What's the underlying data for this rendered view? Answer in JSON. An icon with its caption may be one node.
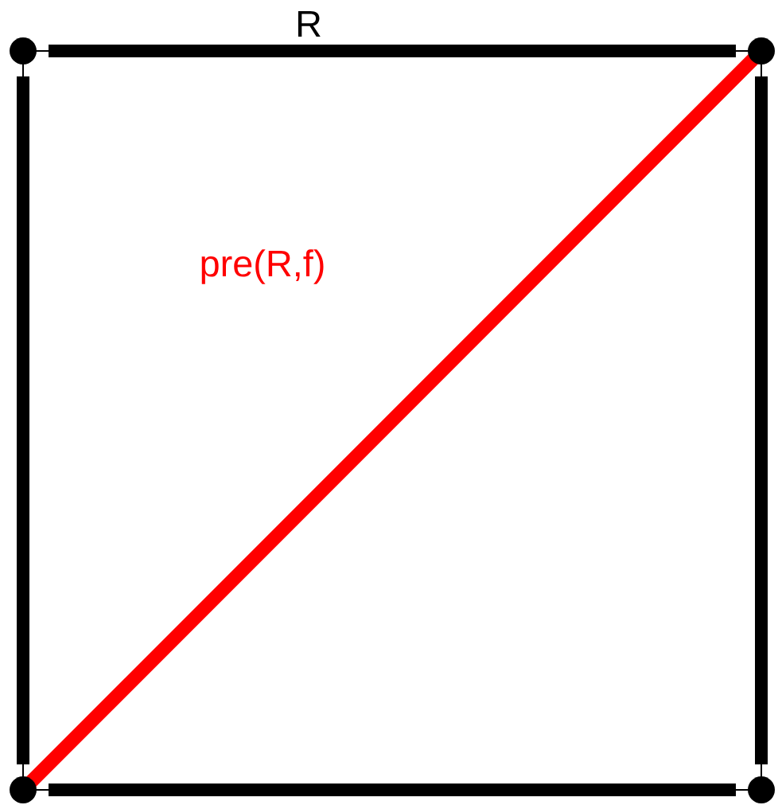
{
  "diagram": {
    "nodes": [
      {
        "text": [],
        "shape": "circle"
      },
      {
        "text": [],
        "shape": "circle"
      },
      {
        "text": [],
        "shape": "circle"
      },
      {
        "text": [],
        "shape": "circle"
      }
    ],
    "edges": [
      {
        "from": 0,
        "to": 1,
        "arrow": "none"
      },
      {
        "from": 0,
        "to": 2,
        "arrow": "none"
      },
      {
        "from": 1,
        "to": 3,
        "arrow": "none"
      },
      {
        "from": 2,
        "to": 3,
        "arrow": "none"
      },
      {
        "from": 2,
        "to": 1,
        "arrow": "none",
        "style": "thick",
        "color": "#ff0000"
      }
    ],
    "labels": [
      "R",
      "pre(R,f)"
    ]
  }
}
